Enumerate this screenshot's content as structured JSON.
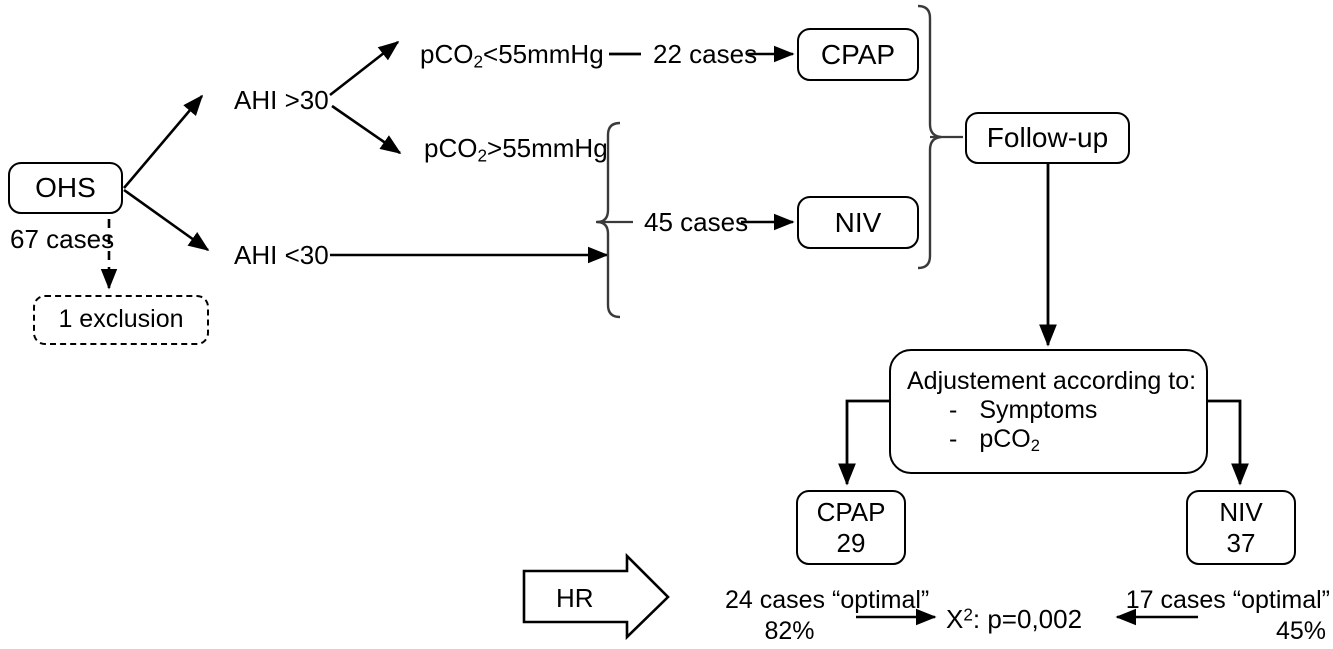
{
  "diagram": {
    "title": "OHS treatment flowchart",
    "nodes": {
      "ohs": "OHS",
      "ohs_cases": "67 cases",
      "exclusion": "1 exclusion",
      "ahi_high": "AHI >30",
      "ahi_low": "AHI <30",
      "pco2_low": "pCO",
      "pco2_low_sub": "2",
      "pco2_low_rest": "<55mmHg",
      "pco2_high": "pCO",
      "pco2_high_sub": "2",
      "pco2_high_rest": ">55mmHg",
      "cases_22": "22 cases",
      "cases_45": "45 cases",
      "cpap_top": "CPAP",
      "niv_top": "NIV",
      "followup": "Follow-up",
      "adjustment_title": "Adjustement according to:",
      "adjustment_items": [
        {
          "dash": "-",
          "text": "Symptoms"
        },
        {
          "dash": "-",
          "text": "pCO",
          "sub": "2"
        }
      ],
      "cpap_bottom_name": "CPAP",
      "cpap_bottom_value": "29",
      "niv_bottom_name": "NIV",
      "niv_bottom_value": "37",
      "hr_arrow": "HR",
      "cpap_optimal_cases": "24 cases “optimal”",
      "cpap_optimal_pct": "82%",
      "niv_optimal_cases": "17 cases “optimal”",
      "niv_optimal_pct": "45%",
      "chi_symbol": "X",
      "chi_sup": "2",
      "chi_rest": ": p=0,002"
    },
    "colors": {
      "stroke": "#000000",
      "background": "#ffffff",
      "brace": "#3a3a3a"
    }
  }
}
